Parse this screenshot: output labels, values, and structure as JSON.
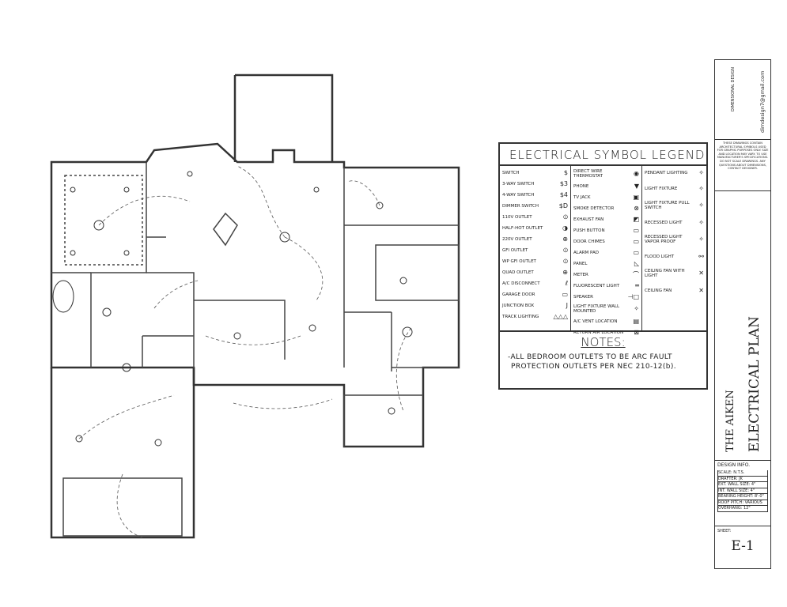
{
  "legend": {
    "title": "ELECTRICAL SYMBOL LEGEND",
    "columns": [
      [
        {
          "label": "SWITCH",
          "symbol": "$"
        },
        {
          "label": "3-WAY SWITCH",
          "symbol": "$3"
        },
        {
          "label": "4-WAY SWITCH",
          "symbol": "$4"
        },
        {
          "label": "DIMMER SWITCH",
          "symbol": "$D"
        },
        {
          "label": "110V OUTLET",
          "symbol": "⦶"
        },
        {
          "label": "HALF-HOT OUTLET",
          "symbol": "◑"
        },
        {
          "label": "220V OUTLET",
          "symbol": "⊕"
        },
        {
          "label": "GFI OUTLET",
          "symbol": "⦶"
        },
        {
          "label": "WP GFI OUTLET",
          "symbol": "⦶"
        },
        {
          "label": "QUAD OUTLET",
          "symbol": "⊕"
        },
        {
          "label": "A/C DISCONNECT",
          "symbol": "ℓ"
        },
        {
          "label": "GARAGE DOOR",
          "symbol": "▭"
        },
        {
          "label": "JUNCTION BOX",
          "symbol": "J"
        },
        {
          "label": "TRACK LIGHTING",
          "symbol": "△△△"
        }
      ],
      [
        {
          "label": "DIRECT WIRE THERMOSTAT",
          "symbol": "◉"
        },
        {
          "label": "PHONE",
          "symbol": "▼"
        },
        {
          "label": "TV JACK",
          "symbol": "▣"
        },
        {
          "label": "SMOKE DETECTOR",
          "symbol": "⊗"
        },
        {
          "label": "EXHAUST FAN",
          "symbol": "◩"
        },
        {
          "label": "PUSH BUTTON",
          "symbol": "▭"
        },
        {
          "label": "DOOR CHIMES",
          "symbol": "▭"
        },
        {
          "label": "ALARM PAD",
          "symbol": "▭"
        },
        {
          "label": "PANEL",
          "symbol": "◺"
        },
        {
          "label": "METER",
          "symbol": "⌒"
        },
        {
          "label": "FLUORESCENT LIGHT",
          "symbol": "═"
        },
        {
          "label": "SPEAKER",
          "symbol": "⊣□"
        },
        {
          "label": "LIGHT FIXTURE WALL MOUNTED",
          "symbol": "✧"
        },
        {
          "label": "A/C VENT LOCATION",
          "symbol": "▤"
        },
        {
          "label": "RETURN AIR LOCATION",
          "symbol": "⊠"
        }
      ],
      [
        {
          "label": "PENDANT LIGHTING",
          "symbol": "✧"
        },
        {
          "label": "LIGHT FIXTURE",
          "symbol": "✧"
        },
        {
          "label": "LIGHT FIXTURE PULL SWITCH",
          "symbol": "✧"
        },
        {
          "label": "RECESSED LIGHT",
          "symbol": "✧"
        },
        {
          "label": "RECESSED LIGHT VAPOR PROOF",
          "symbol": "✧"
        },
        {
          "label": "FLOOD LIGHT",
          "symbol": "⚯"
        },
        {
          "label": "CEILING FAN WITH LIGHT",
          "symbol": "✕"
        },
        {
          "label": "CEILING FAN",
          "symbol": "✕"
        }
      ]
    ]
  },
  "notes": {
    "title": "NOTES:",
    "lines": [
      "-ALL BEDROOM OUTLETS TO BE ARC FAULT",
      "PROTECTION OUTLETS PER NEC 210-12(b)."
    ]
  },
  "title_block": {
    "logo_text": "DIMENSIONAL DESIGN",
    "email": "dimdesign7@gmail.com",
    "disclaimer": "THESE DRAWINGS CONTAIN ARCHITECTURAL SYMBOLS USED FOR GRAPHIC PURPOSES ONLY. SIZE AND LOCATION MAY VARY. TO USE MANUFACTURER'S SPECIFICATIONS. DO NOT SCALE DRAWINGS. ANY QUESTIONS ABOUT DIMENSIONS, CONTACT DESIGNER.",
    "project": "THE AIKEN",
    "sheet_title": "ELECTRICAL PLAN",
    "design_info_label": "DESIGN INFO.",
    "design_info": [
      "SCALE: N.T.S.",
      "DRAFTER: JK",
      "EXT. WALL SIZE: 4\"",
      "INT. WALL SIZE: 4\"",
      "BEARING HEIGHT: 8'-0\"",
      "ROOF PITCH: VARIOUS",
      "OVERHANG: 12\""
    ],
    "sheet_label": "SHEET:",
    "sheet_number": "E-1"
  }
}
